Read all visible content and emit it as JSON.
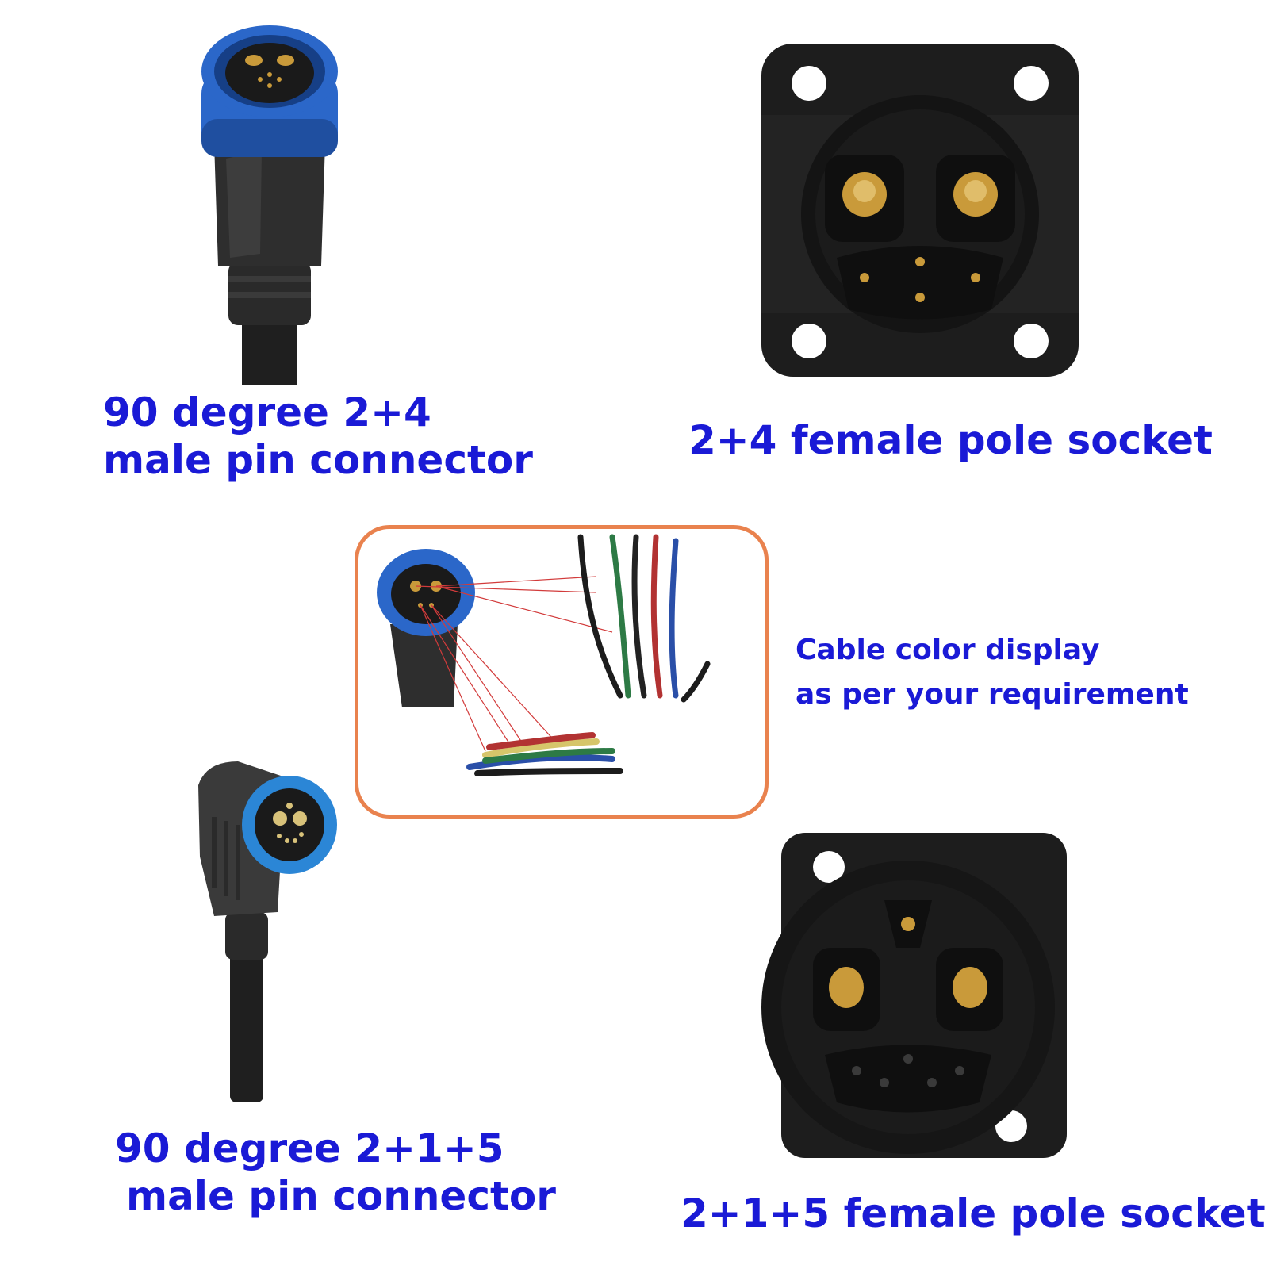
{
  "products": {
    "top_left": {
      "title_line1": "90 degree 2+4",
      "title_line2": "male pin connector",
      "icon": "connector-2-4-icon"
    },
    "top_right": {
      "title": "2+4 female pole socket",
      "icon": "socket-2-4-icon"
    },
    "middle": {
      "note_line1": "Cable color display",
      "note_line2": "as per your requirement",
      "icon": "wiring-diagram-icon"
    },
    "bottom_left": {
      "title_line1": "90 degree 2+1+5",
      "title_line2": "male pin connector",
      "icon": "connector-2-1-5-icon"
    },
    "bottom_right": {
      "title": "2+1+5 female pole socket",
      "icon": "socket-2-1-5-icon"
    }
  },
  "colors": {
    "caption": "#1a1ad6",
    "inset_border": "#e9824e",
    "connector_blue": "#2b67c9",
    "socket_black": "#1d1d1d",
    "pin_gold": "#c99a3a"
  }
}
